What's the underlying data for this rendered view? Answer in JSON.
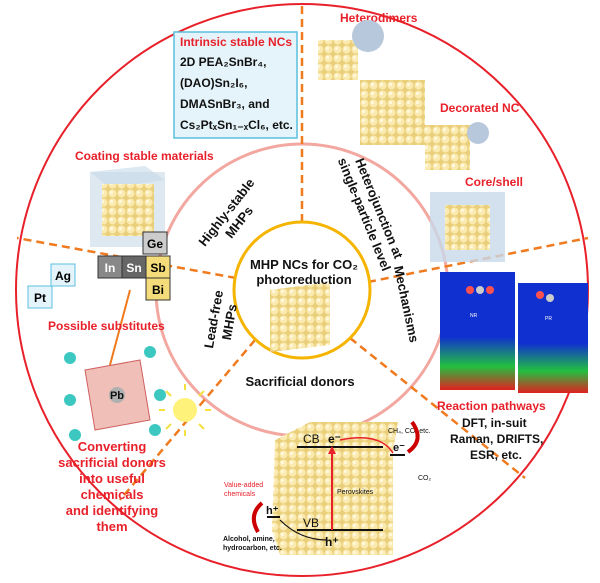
{
  "center": {
    "line1": "MHP NCs for CO₂",
    "line2": "photoreduction"
  },
  "sectors": {
    "highly_stable": [
      "Highly-stable",
      "MHPs"
    ],
    "heterojunction": [
      "Heterojunction at",
      "single-particle level"
    ],
    "mechanisms": "Mechanisms",
    "sacrificial": "Sacrificial donors",
    "lead_free": [
      "Lead-free",
      "MHPs"
    ]
  },
  "intrinsic_box": {
    "title": "Intrinsic stable NCs",
    "lines": [
      "2D PEA₂SnBr₄,",
      "(DAO)Sn₂I₆,",
      "DMASnBr₃, and",
      "Cs₂PtₓSn₁₋ₓCl₆, etc."
    ]
  },
  "coating": "Coating stable materials",
  "heterodimers": "Heterodimers",
  "decorated": "Decorated NC",
  "coreshell": "Core/shell",
  "reaction": {
    "title": "Reaction pathways",
    "lines": [
      "DFT, in-suit",
      "Raman, DRIFTS,",
      "ESR, etc."
    ],
    "map_labels": [
      "NR",
      "PR"
    ]
  },
  "substitutes": {
    "title": "Possible substitutes",
    "elements": [
      "Ge",
      "In",
      "Sn",
      "Sb",
      "Bi",
      "Ag",
      "Pt"
    ],
    "center_atom": "Pb"
  },
  "converting": [
    "Converting",
    "sacrificial donors",
    "into useful",
    "chemicals",
    "and identifying",
    "them"
  ],
  "band": {
    "cb": "CB",
    "vb": "VB",
    "e": "e⁻",
    "h": "h⁺",
    "perovskites": "Perovskites",
    "products": "CH₄, CO, etc.",
    "co2": "CO₂",
    "value_added": [
      "Value-added",
      "chemicals"
    ],
    "donors": [
      "Alcohol, amine,",
      "hydrocarbon, etc."
    ]
  },
  "colors": {
    "dashed": "#f07a1e",
    "red_text": "#e8202a",
    "center_ring": "#f5b400",
    "inner_ring": "#f2a8a0",
    "box_border": "#5bbfe0",
    "cube": "#f4dc8c"
  }
}
